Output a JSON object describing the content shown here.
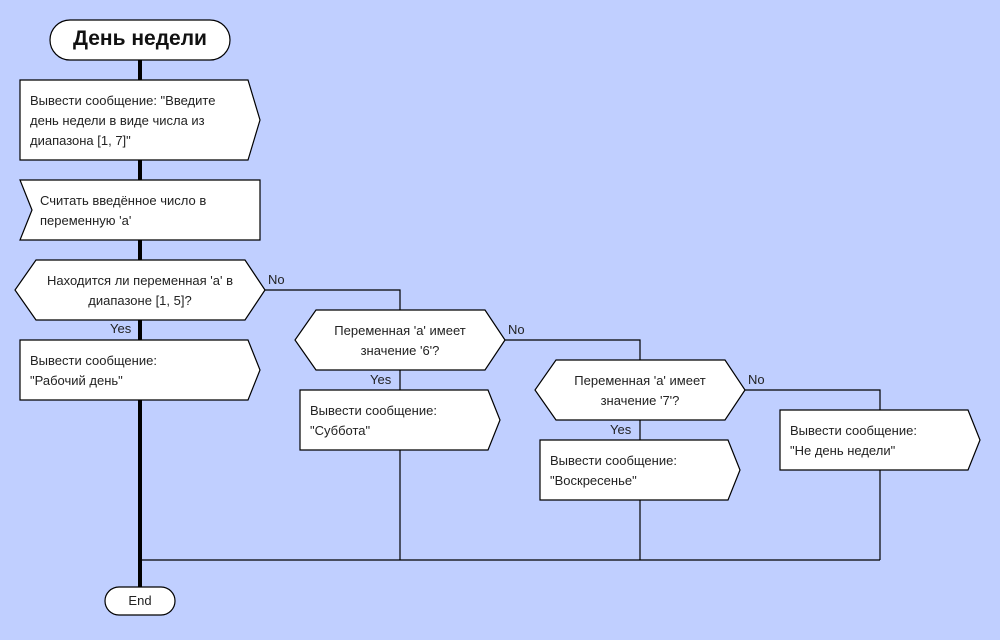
{
  "diagram": {
    "start": "День недели",
    "end": "End",
    "nodes": {
      "output_prompt": "Вывести сообщение: \"Введите\nдень недели в виде числа из\nдиапазона [1, 7]\"",
      "input_a": "Считать введённое число в\nпеременную 'a'",
      "cond_range": "Находится ли переменная 'a' в\nдиапазоне [1, 5]?",
      "out_workday": "Вывести сообщение:\n\"Рабочий день\"",
      "cond_six": "Переменная 'a' имеет\nзначение '6'?",
      "out_saturday": "Вывести сообщение:\n\"Суббота\"",
      "cond_seven": "Переменная 'a' имеет\nзначение '7'?",
      "out_sunday": "Вывести сообщение:\n\"Воскресенье\"",
      "out_invalid": "Вывести сообщение:\n\"Не день недели\""
    },
    "labels": {
      "yes": "Yes",
      "no": "No"
    }
  },
  "colors": {
    "background": "#c0cfff",
    "shape_fill": "#ffffff",
    "stroke": "#000000"
  }
}
